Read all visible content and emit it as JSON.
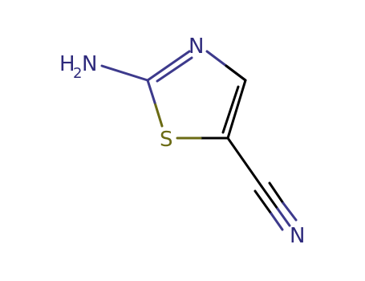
{
  "molecule": {
    "atoms": {
      "amine_h": "H",
      "amine_sub": "2",
      "amine_n": "N",
      "ring_n": "N",
      "ring_s": "S",
      "nitrile_n": "N"
    },
    "colors": {
      "nitrogen": "#2e2a7c",
      "sulfur": "#6b6b14",
      "carbon_bond": "#000000",
      "nitrogen_bond": "#3d3a8c",
      "sulfur_bond": "#6b6b14"
    }
  }
}
